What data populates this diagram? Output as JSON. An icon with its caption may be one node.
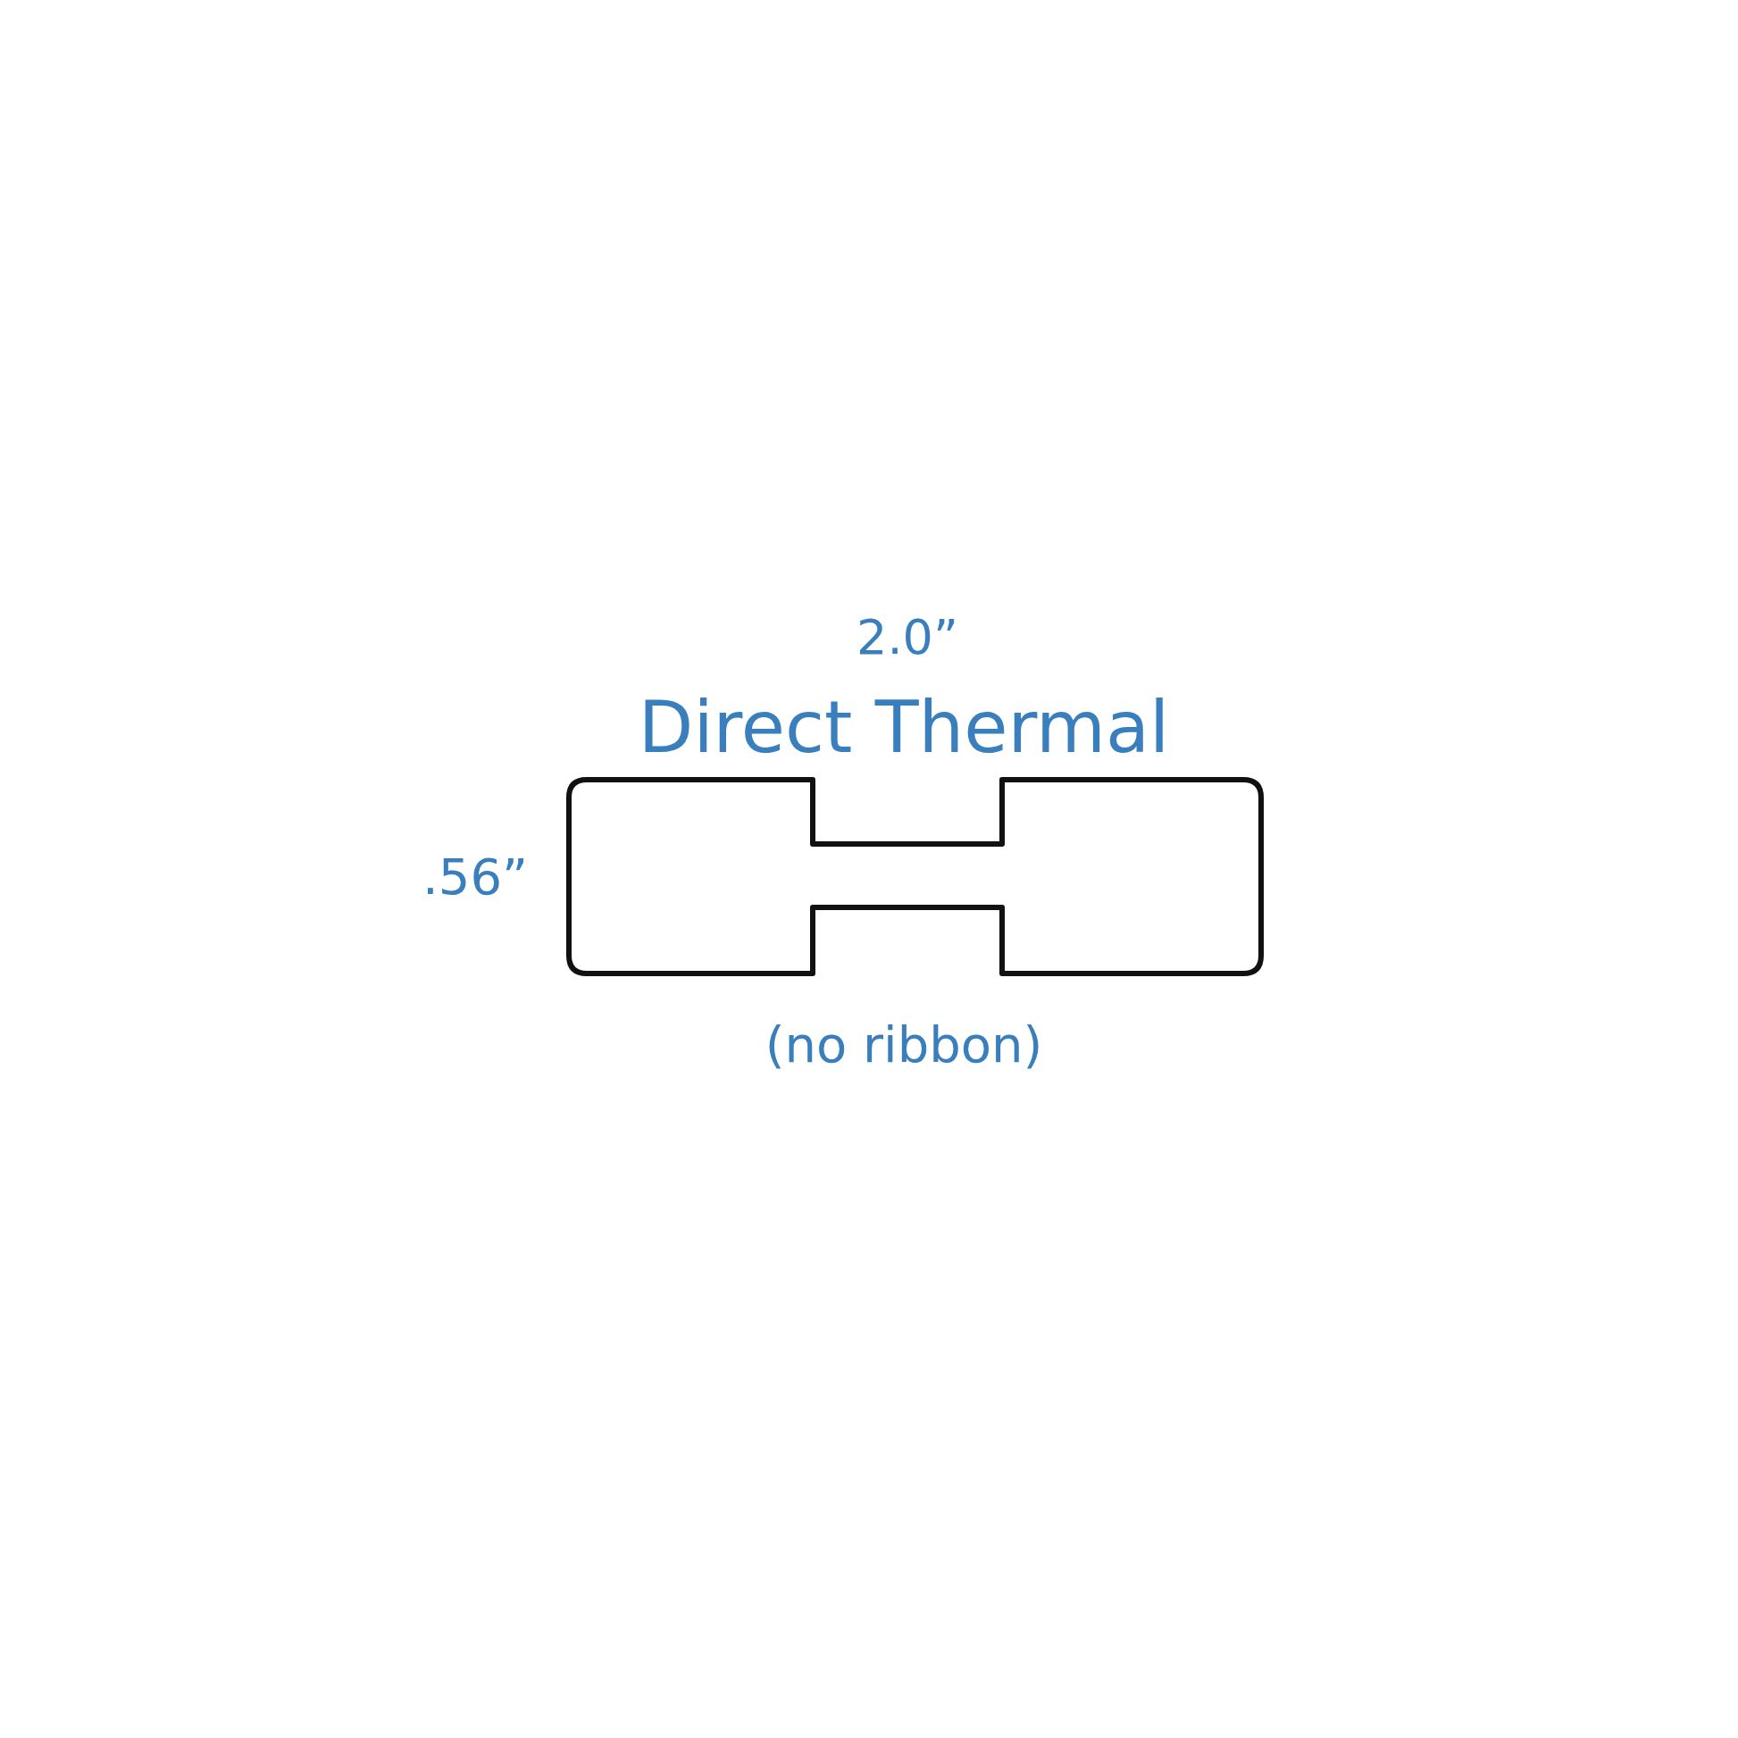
{
  "diagram": {
    "labels": [
      "2.0”",
      "Direct Thermal",
      ".56”",
      "(no ribbon)"
    ]
  }
}
